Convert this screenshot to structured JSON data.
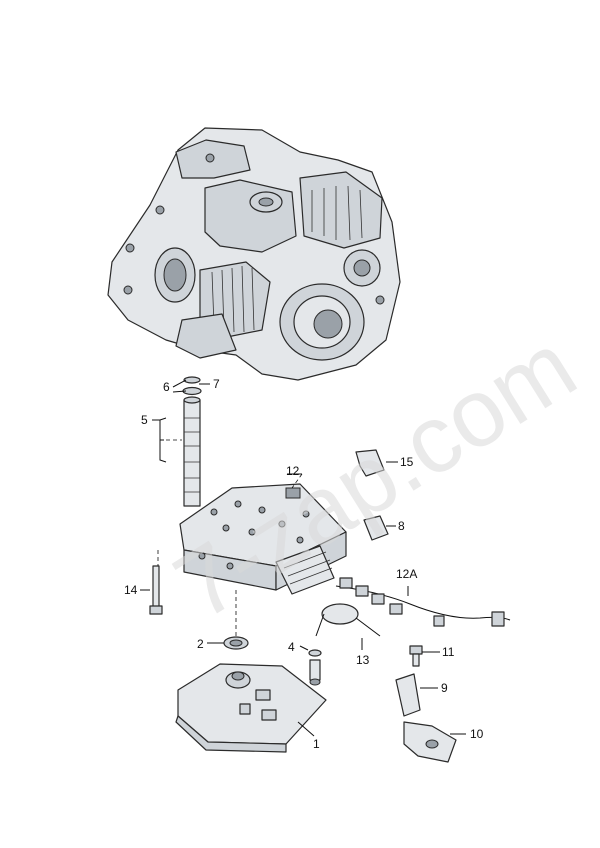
{
  "watermark": "7-zap.com",
  "callouts": {
    "c1": "1",
    "c2": "2",
    "c4": "4",
    "c5": "5",
    "c6": "6",
    "c7": "7",
    "c8": "8",
    "c9": "9",
    "c10": "10",
    "c11": "11",
    "c12": "12",
    "c12a": "12A",
    "c13": "13",
    "c14": "14",
    "c15": "15"
  }
}
